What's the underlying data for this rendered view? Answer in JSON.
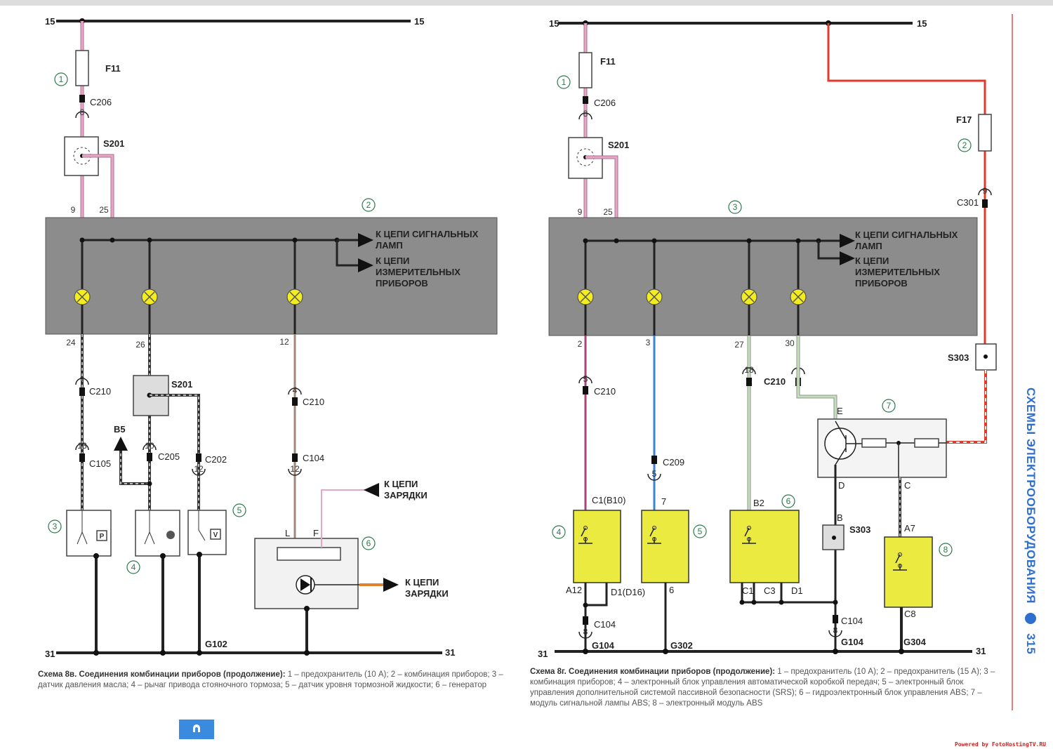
{
  "colors": {
    "cluster": "#8c8c8c",
    "lamp": "#f2ec20",
    "module": "#eaea40",
    "wire_pink": "#e6a6c6",
    "wire_red": "#e03a2a",
    "wire_blue": "#3a84d6",
    "wire_purple": "#a8457a",
    "wire_brown": "#a08878",
    "accent": "#2f6fd0"
  },
  "left": {
    "bus15_left": "15",
    "bus15_right": "15",
    "bus31_left": "31",
    "bus31_right": "31",
    "fuse": "F11",
    "n1": "1",
    "c206": "C206",
    "c206_pin": "8",
    "s201_top": "S201",
    "pin9": "9",
    "pin25": "25",
    "n2": "2",
    "arrow_signal": [
      "К ЦЕПИ СИГНАЛЬНЫХ",
      "ЛАМП"
    ],
    "arrow_gauges": [
      "К ЦЕПИ",
      "ИЗМЕРИТЕЛЬНЫХ",
      "ПРИБОРОВ"
    ],
    "pin24": "24",
    "pin26": "26",
    "pin12": "12",
    "c210_pin7": "7",
    "c210": "C210",
    "c105_pin": "13",
    "c105": "C105",
    "s201_bottom": "S201",
    "b5": "B5",
    "c205_pin": "10",
    "c205": "C205",
    "c202": "C202",
    "c202_pin": "12",
    "c210b_pin": "4",
    "c210b": "C210",
    "c104": "C104",
    "c104_pin": "12",
    "n3": "3",
    "n4": "4",
    "n5": "5",
    "n6": "6",
    "sensor3_glyph": "P",
    "sensor5_glyph": "V",
    "gen_l": "L",
    "gen_f": "F",
    "charge1": [
      "К ЦЕПИ",
      "ЗАРЯДКИ"
    ],
    "charge2": [
      "К ЦЕПИ",
      "ЗАРЯДКИ"
    ],
    "g102": "G102",
    "caption_title": "Схема 8в. Соединения комбинации приборов (продолжение):",
    "caption_text": " 1 – предохранитель (10 А); 2 – комбинация приборов; 3 – датчик давления масла; 4 – рычаг привода стояночного тормоза; 5 – датчик уровня тормозной жидкости; 6 – генератор"
  },
  "right": {
    "bus15_left": "15",
    "bus15_right": "15",
    "bus31_left": "31",
    "bus31_right": "31",
    "fuse1": "F11",
    "n1": "1",
    "c206": "C206",
    "c206_pin": "8",
    "s201": "S201",
    "pin9": "9",
    "pin25": "25",
    "n3": "3",
    "fuse2": "F17",
    "n2": "2",
    "c301_pin": "9",
    "c301": "C301",
    "s303_top": "S303",
    "arrow_signal": [
      "К ЦЕПИ СИГНАЛЬНЫХ",
      "ЛАМП"
    ],
    "arrow_gauges": [
      "К ЦЕПИ",
      "ИЗМЕРИТЕЛЬНЫХ",
      "ПРИБОРОВ"
    ],
    "pin2": "2",
    "pin3": "3",
    "pin27": "27",
    "pin30": "30",
    "c210a_pin": "5",
    "c210a": "C210",
    "c209": "C209",
    "c209_pin": "5",
    "c210_pin18": "18",
    "c210_bold": "C210",
    "c210_pin9": "9",
    "m7_e": "E",
    "n7": "7",
    "m7_d": "D",
    "m7_c": "C",
    "s303_b": "B",
    "s303_bottom": "S303",
    "a7": "A7",
    "n8": "8",
    "c8": "C8",
    "n4": "4",
    "n5": "5",
    "n6": "6",
    "c1b10": "C1(B10)",
    "pin7": "7",
    "b2": "B2",
    "a12": "A12",
    "d1d16": "D1(D16)",
    "pin6": "6",
    "c1": "C1",
    "c3": "C3",
    "d1": "D1",
    "c104a": "C104",
    "c104a_pin": "8",
    "g104a": "G104",
    "g302": "G302",
    "c104b": "C104",
    "c104b_pin": "8",
    "g104b": "G104",
    "g304": "G304",
    "caption_title": "Схема 8г. Соединения комбинации приборов (продолжение):",
    "caption_text": " 1 – предохранитель (10 А); 2 – предохранитель (15 А); 3 – комбинация приборов; 4 – электронный блок управления автоматической коробкой передач; 5 – электронный блок управления дополнительной системой пассивной безопасности (SRS); 6 – гидроэлектронный блок управления ABS; 7 – модуль сигнальной лампы ABS; 8 – электронный модуль ABS"
  },
  "side": {
    "section": "СХЕМЫ ЭЛЕКТРООБОРУДОВАНИЯ",
    "page": "315",
    "bullet_icon": "blue-dot"
  },
  "watermark": "Powered by FotoHostingTV.RU",
  "tab_icon": "arch-icon"
}
